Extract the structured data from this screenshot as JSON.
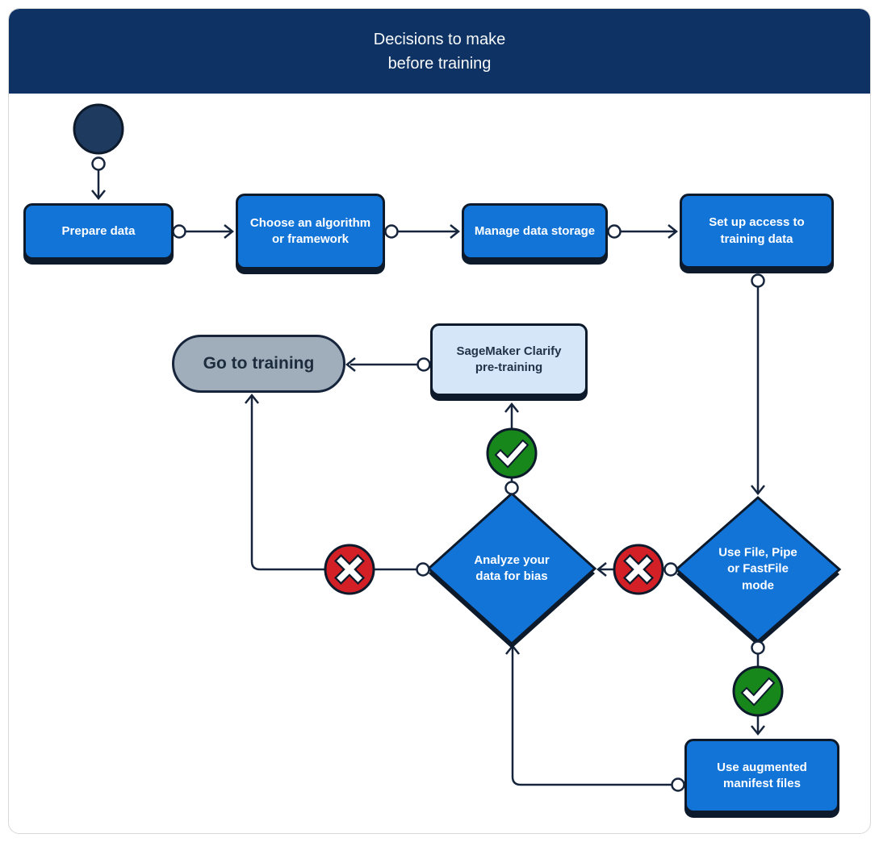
{
  "header": {
    "title": "Decisions to make\nbefore training"
  },
  "nodes": {
    "prepare": {
      "label": "Prepare data"
    },
    "choose": {
      "label": "Choose an algorithm\nor framework"
    },
    "manage": {
      "label": "Manage data storage"
    },
    "setup": {
      "label": "Set up access to\ntraining data"
    },
    "clarify": {
      "label": "SageMaker Clarify\npre-training"
    },
    "go_training": {
      "label": "Go to training"
    },
    "analyze": {
      "label": "Analyze your\ndata for bias"
    },
    "usefile": {
      "label": "Use File, Pipe\nor FastFile\nmode"
    },
    "augmented": {
      "label": "Use augmented\nmanifest files"
    }
  },
  "icons": {
    "start": "start-node-circle",
    "yes": "check-icon",
    "no": "cross-icon",
    "port": "connector-port"
  },
  "colors": {
    "header_navy": "#0d3263",
    "process_blue": "#1374d8",
    "light_blue": "#d4e6f7",
    "terminal_gray": "#a0aebc",
    "start_navy": "#1e3a5f",
    "yes_green": "#17871c",
    "no_red": "#d31f26",
    "line_dark": "#16253c",
    "shadow_dark": "#0d1a2b"
  }
}
